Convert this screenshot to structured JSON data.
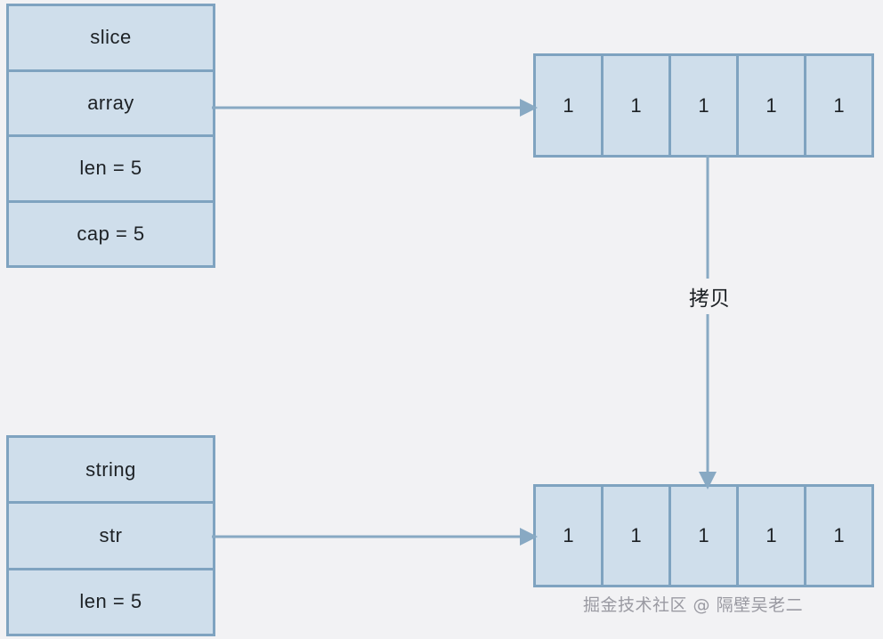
{
  "diagram": {
    "title": "Go slice and string memory layout with copy",
    "background_color": "#f2f2f4",
    "box_fill_color": "#cfdeeb",
    "box_border_color": "#7fa3c0",
    "arrow_color": "#88a9c3",
    "text_color": "#1d2125"
  },
  "slice_struct": {
    "name": "slice-struct",
    "rows": [
      {
        "label": "slice"
      },
      {
        "label": "array"
      },
      {
        "label": "len = 5"
      },
      {
        "label": "cap = 5"
      }
    ]
  },
  "string_struct": {
    "name": "string-struct",
    "rows": [
      {
        "label": "string"
      },
      {
        "label": "str"
      },
      {
        "label": "len = 5"
      }
    ]
  },
  "top_array": {
    "name": "slice-backing-array",
    "cells": [
      "1",
      "1",
      "1",
      "1",
      "1"
    ]
  },
  "bottom_array": {
    "name": "string-backing-array",
    "cells": [
      "1",
      "1",
      "1",
      "1",
      "1"
    ]
  },
  "arrows": {
    "array_pointer": {
      "label": "",
      "direction": "right"
    },
    "str_pointer": {
      "label": "",
      "direction": "right"
    },
    "copy": {
      "label": "拷贝",
      "direction": "down"
    }
  },
  "watermark": {
    "text": "掘金技术社区 @ 隔壁吴老二"
  }
}
